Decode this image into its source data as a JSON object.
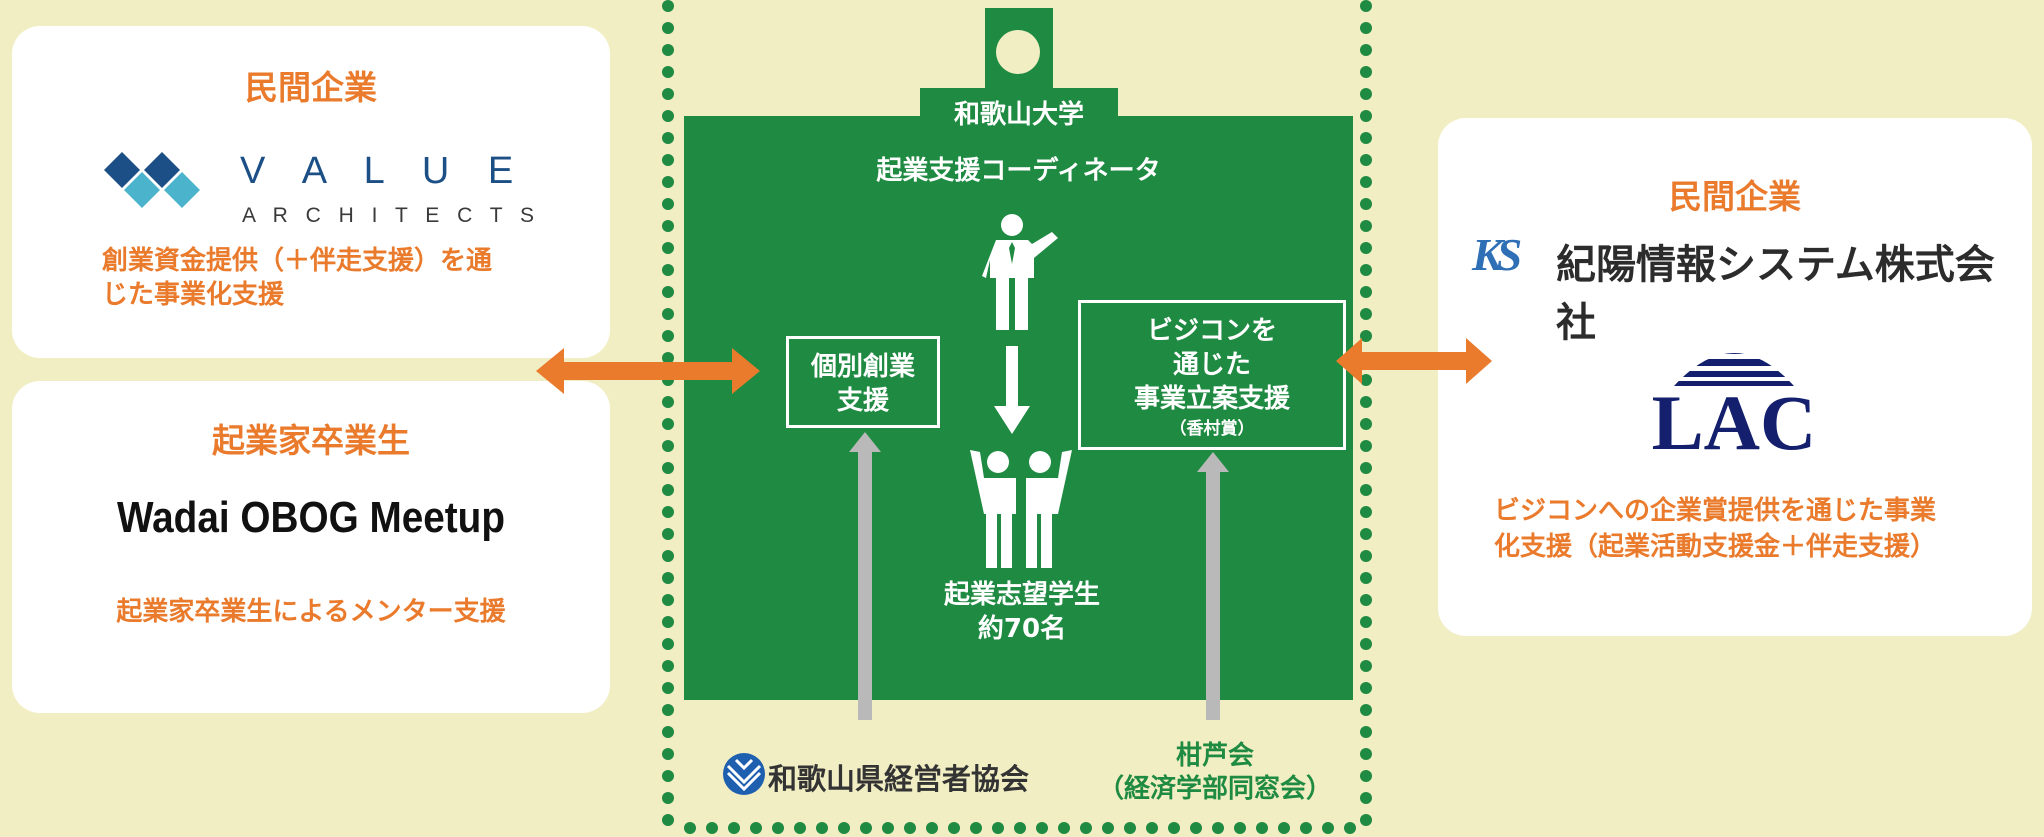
{
  "left_top_card": {
    "heading": "民間企業",
    "logo_line1": "V A L U E",
    "logo_line2": "A R C H I T E C T S",
    "description_line1": "創業資金提供（＋伴走支援）を通",
    "description_line2": "じた事業化支援"
  },
  "left_bottom_card": {
    "heading": "起業家卒業生",
    "logo_text": "Wadai OBOG Meetup",
    "description": "起業家卒業生によるメンター支援"
  },
  "center": {
    "university_tag": "和歌山大学",
    "coordinator_label": "起業支援コーディネータ",
    "individual_support_line1": "個別創業",
    "individual_support_line2": "支援",
    "bizcon_line1": "ビジコンを",
    "bizcon_line2": "通じた",
    "bizcon_line3": "事業立案支援",
    "bizcon_note": "（香村賞）",
    "students_line1": "起業志望学生",
    "students_line2": "約70名",
    "association_label": "和歌山県経営者協会",
    "alumni_line1": "柑芦会",
    "alumni_line2": "（経済学部同窓会）"
  },
  "right_card": {
    "heading": "民間企業",
    "company1_mark": "KS",
    "company1_name": "紀陽情報システム株式会社",
    "company2_logo": "LAC",
    "description_line1": "ビジコンへの企業賞提供を通じた事業",
    "description_line2": "化支援（起業活動支援金＋伴走支援）"
  },
  "colors": {
    "background": "#f1eec3",
    "green": "#1f8a41",
    "orange": "#ea7b2d",
    "gray_arrow": "#b9b9b9",
    "lac_navy": "#14206e"
  },
  "icons": [
    "person-coordinator-icon",
    "students-pair-icon",
    "down-arrow-icon",
    "double-arrow-icon",
    "association-logo-icon"
  ]
}
